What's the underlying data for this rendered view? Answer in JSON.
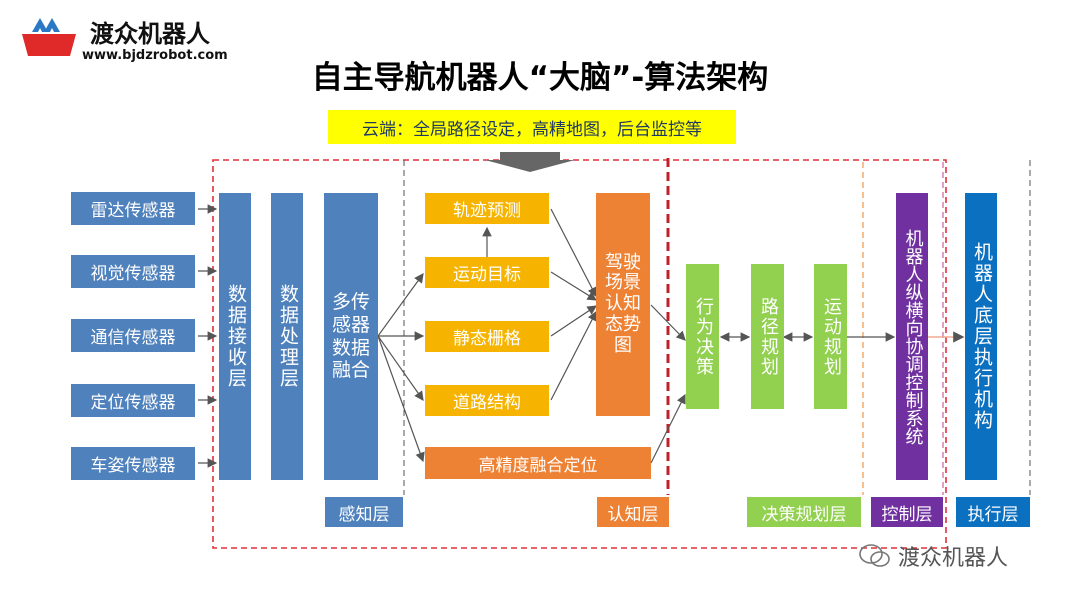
{
  "brand": {
    "name": "渡众机器人",
    "url": "www.bjdzrobot.com"
  },
  "title": "自主导航机器人“大脑”-算法架构",
  "cloud": "云端：全局路径设定，高精地图，后台监控等",
  "sensors": [
    "雷达传感器",
    "视觉传感器",
    "通信传感器",
    "定位传感器",
    "车姿传感器"
  ],
  "perception": {
    "receive": "数据接收层",
    "process": "数据处理层",
    "fusion_lines": [
      "多传",
      "感器",
      "数据",
      "融合"
    ]
  },
  "cognition": {
    "modules": [
      "轨迹预测",
      "运动目标",
      "静态栅格",
      "道路结构",
      "高精度融合定位"
    ],
    "scene": "驾驶场景认知态势图"
  },
  "planning": [
    "行为决策",
    "路径规划",
    "运动规划"
  ],
  "control": "机器人纵横向协调控制系统",
  "execution": "机器人底层执行机构",
  "layers": {
    "perception": "感知层",
    "cognition": "认知层",
    "planning": "决策规划层",
    "control": "控制层",
    "execution": "执行层"
  },
  "watermark": "渡众机器人",
  "colors": {
    "blue": "#4f81bd",
    "yellow": "#f6b400",
    "orange": "#ee8234",
    "green": "#92d050",
    "purple": "#7030a0",
    "dark_blue": "#0c70c0",
    "dashed_red": "#e0303a",
    "cloud_bg": "#ffff00"
  }
}
